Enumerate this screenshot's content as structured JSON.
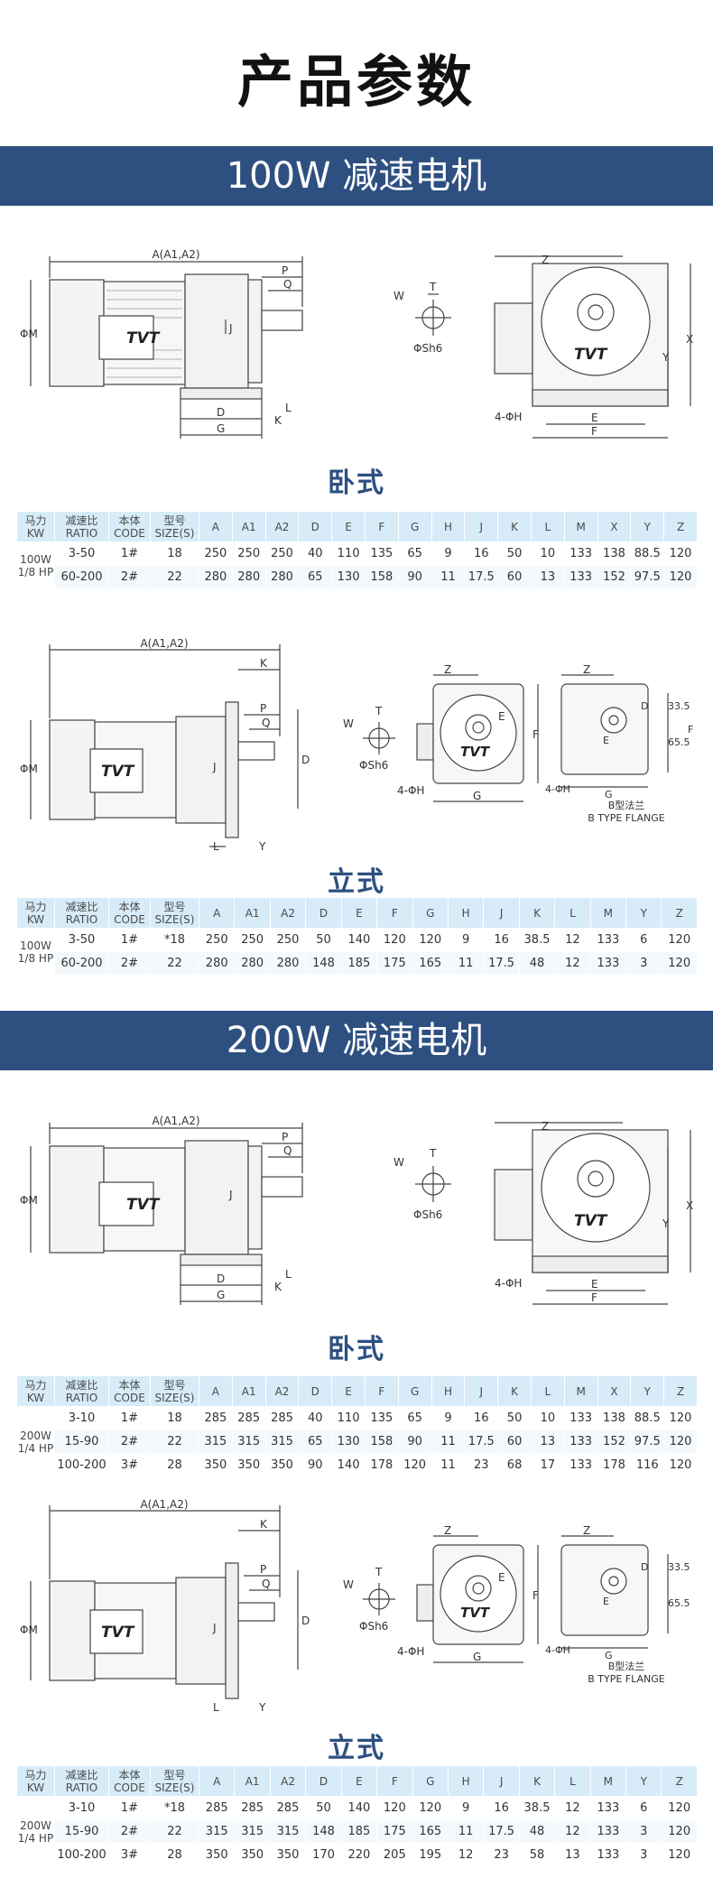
{
  "page_title": "产品参数",
  "banners": {
    "w100": "100W 减速电机",
    "w200": "200W 减速电机"
  },
  "subheads": {
    "horizontal": "卧式",
    "vertical": "立式"
  },
  "brand": "TVT",
  "drawing_labels": {
    "a": "A(A1,A2)",
    "phi_m": "ΦM",
    "p": "P",
    "q": "Q",
    "j": "J",
    "d": "D",
    "g": "G",
    "k": "K",
    "l": "L",
    "z": "Z",
    "t": "T",
    "w": "W",
    "phi_sh6": "ΦSh6",
    "x": "X",
    "y": "Y",
    "phi_h": "4-ΦH",
    "e": "E",
    "f": "F",
    "d335": "33.5",
    "d655": "65.5",
    "b_flange_cn": "B型法兰",
    "b_flange_en": "B TYPE FLANGE"
  },
  "tables": {
    "t100_horizontal": {
      "kw_cn": "马力",
      "kw_en": "KW",
      "headers": [
        [
          "减速比",
          "RATIO"
        ],
        [
          "本体",
          "CODE"
        ],
        [
          "型号",
          "SIZE(S)"
        ],
        [
          "A"
        ],
        [
          "A1"
        ],
        [
          "A2"
        ],
        [
          "D"
        ],
        [
          "E"
        ],
        [
          "F"
        ],
        [
          "G"
        ],
        [
          "H"
        ],
        [
          "J"
        ],
        [
          "K"
        ],
        [
          "L"
        ],
        [
          "M"
        ],
        [
          "X"
        ],
        [
          "Y"
        ],
        [
          "Z"
        ]
      ],
      "power": [
        "100W",
        "1/8 HP"
      ],
      "rows": [
        [
          "3-50",
          "1#",
          "18",
          "250",
          "250",
          "250",
          "40",
          "110",
          "135",
          "65",
          "9",
          "16",
          "50",
          "10",
          "133",
          "138",
          "88.5",
          "120"
        ],
        [
          "60-200",
          "2#",
          "22",
          "280",
          "280",
          "280",
          "65",
          "130",
          "158",
          "90",
          "11",
          "17.5",
          "60",
          "13",
          "133",
          "152",
          "97.5",
          "120"
        ]
      ]
    },
    "t100_vertical": {
      "kw_cn": "马力",
      "kw_en": "KW",
      "headers": [
        [
          "减速比",
          "RATIO"
        ],
        [
          "本体",
          "CODE"
        ],
        [
          "型号",
          "SIZE(S)"
        ],
        [
          "A"
        ],
        [
          "A1"
        ],
        [
          "A2"
        ],
        [
          "D"
        ],
        [
          "E"
        ],
        [
          "F"
        ],
        [
          "G"
        ],
        [
          "H"
        ],
        [
          "J"
        ],
        [
          "K"
        ],
        [
          "L"
        ],
        [
          "M"
        ],
        [
          "Y"
        ],
        [
          "Z"
        ]
      ],
      "power": [
        "100W",
        "1/8 HP"
      ],
      "rows": [
        [
          "3-50",
          "1#",
          "*18",
          "250",
          "250",
          "250",
          "50",
          "140",
          "120",
          "120",
          "9",
          "16",
          "38.5",
          "12",
          "133",
          "6",
          "120"
        ],
        [
          "60-200",
          "2#",
          "22",
          "280",
          "280",
          "280",
          "148",
          "185",
          "175",
          "165",
          "11",
          "17.5",
          "48",
          "12",
          "133",
          "3",
          "120"
        ]
      ]
    },
    "t200_horizontal": {
      "kw_cn": "马力",
      "kw_en": "KW",
      "headers": [
        [
          "减速比",
          "RATIO"
        ],
        [
          "本体",
          "CODE"
        ],
        [
          "型号",
          "SIZE(S)"
        ],
        [
          "A"
        ],
        [
          "A1"
        ],
        [
          "A2"
        ],
        [
          "D"
        ],
        [
          "E"
        ],
        [
          "F"
        ],
        [
          "G"
        ],
        [
          "H"
        ],
        [
          "J"
        ],
        [
          "K"
        ],
        [
          "L"
        ],
        [
          "M"
        ],
        [
          "X"
        ],
        [
          "Y"
        ],
        [
          "Z"
        ]
      ],
      "power": [
        "200W",
        "1/4 HP"
      ],
      "rows": [
        [
          "3-10",
          "1#",
          "18",
          "285",
          "285",
          "285",
          "40",
          "110",
          "135",
          "65",
          "9",
          "16",
          "50",
          "10",
          "133",
          "138",
          "88.5",
          "120"
        ],
        [
          "15-90",
          "2#",
          "22",
          "315",
          "315",
          "315",
          "65",
          "130",
          "158",
          "90",
          "11",
          "17.5",
          "60",
          "13",
          "133",
          "152",
          "97.5",
          "120"
        ],
        [
          "100-200",
          "3#",
          "28",
          "350",
          "350",
          "350",
          "90",
          "140",
          "178",
          "120",
          "11",
          "23",
          "68",
          "17",
          "133",
          "178",
          "116",
          "120"
        ]
      ]
    },
    "t200_vertical": {
      "kw_cn": "马力",
      "kw_en": "KW",
      "headers": [
        [
          "减速比",
          "RATIO"
        ],
        [
          "本体",
          "CODE"
        ],
        [
          "型号",
          "SIZE(S)"
        ],
        [
          "A"
        ],
        [
          "A1"
        ],
        [
          "A2"
        ],
        [
          "D"
        ],
        [
          "E"
        ],
        [
          "F"
        ],
        [
          "G"
        ],
        [
          "H"
        ],
        [
          "J"
        ],
        [
          "K"
        ],
        [
          "L"
        ],
        [
          "M"
        ],
        [
          "Y"
        ],
        [
          "Z"
        ]
      ],
      "power": [
        "200W",
        "1/4 HP"
      ],
      "rows": [
        [
          "3-10",
          "1#",
          "*18",
          "285",
          "285",
          "285",
          "50",
          "140",
          "120",
          "120",
          "9",
          "16",
          "38.5",
          "12",
          "133",
          "6",
          "120"
        ],
        [
          "15-90",
          "2#",
          "22",
          "315",
          "315",
          "315",
          "148",
          "185",
          "175",
          "165",
          "11",
          "17.5",
          "48",
          "12",
          "133",
          "3",
          "120"
        ],
        [
          "100-200",
          "3#",
          "28",
          "350",
          "350",
          "350",
          "170",
          "220",
          "205",
          "195",
          "12",
          "23",
          "58",
          "13",
          "133",
          "3",
          "120"
        ]
      ]
    }
  }
}
